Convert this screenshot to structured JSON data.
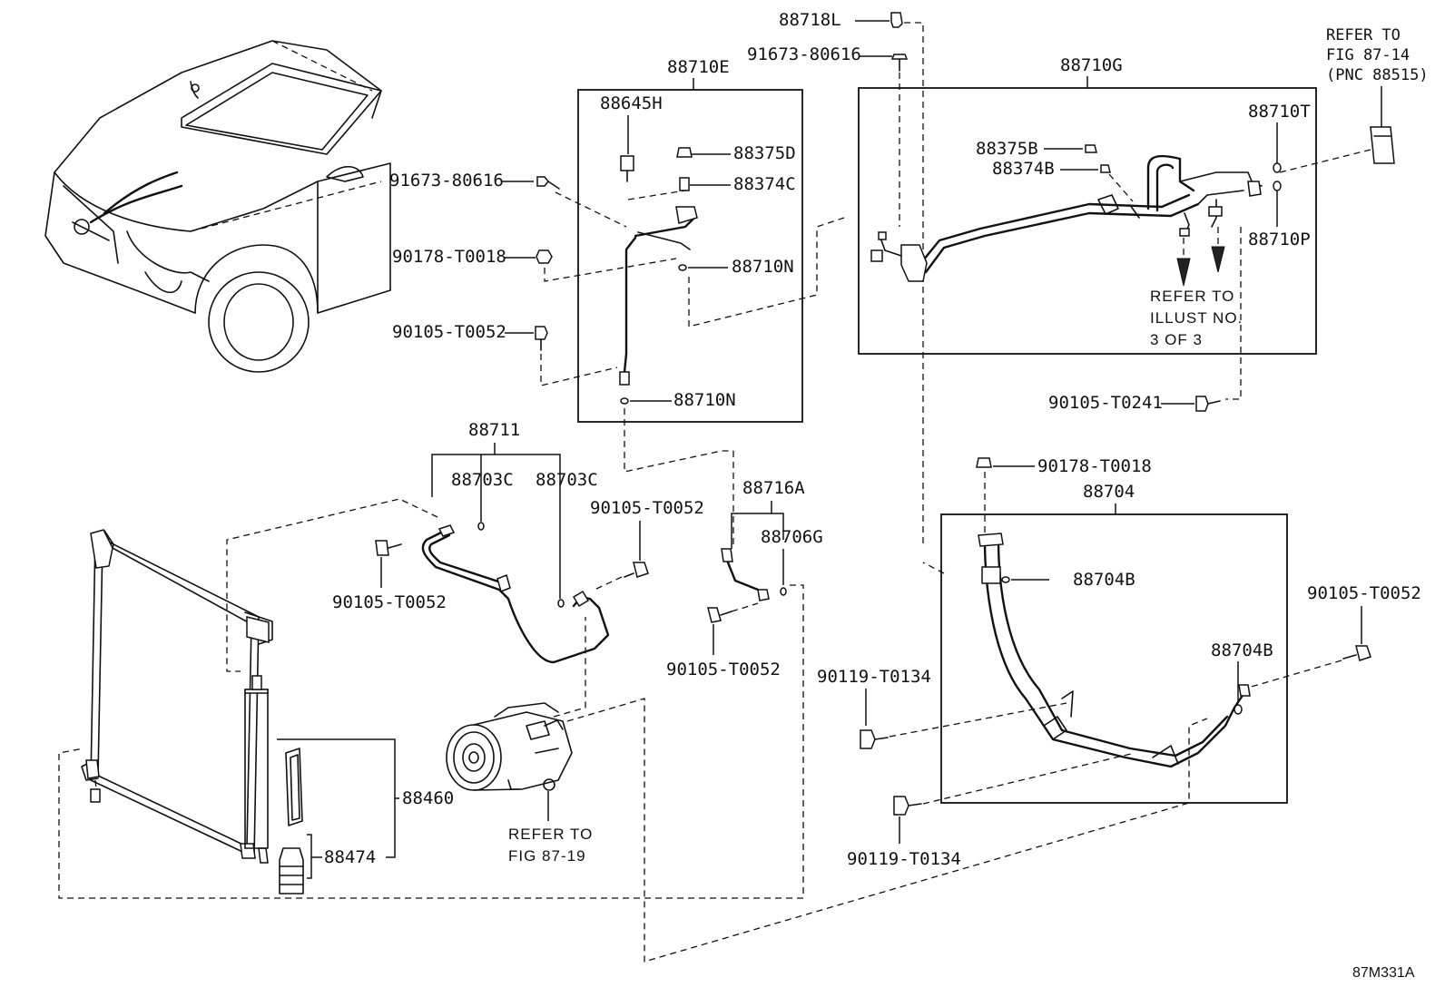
{
  "callouts": {
    "p88718L": "88718L",
    "p91673_top": "91673-80616",
    "p88710G": "88710G",
    "p88710E": "88710E",
    "p88645H": "88645H",
    "p88375D": "88375D",
    "p88374C": "88374C",
    "p91673_left": "91673-80616",
    "p90178_left": "90178-T0018",
    "p88710N_a": "88710N",
    "p90105_left": "90105-T0052",
    "p88710N_b": "88710N",
    "p88375B": "88375B",
    "p88374B": "88374B",
    "p88710T": "88710T",
    "p88710P": "88710P",
    "p90105_T0241": "90105-T0241",
    "p88711": "88711",
    "p88703C_a": "88703C",
    "p88703C_b": "88703C",
    "p90105_mid": "90105-T0052",
    "p90105_cond": "90105-T0052",
    "p88716A": "88716A",
    "p88706G": "88706G",
    "p90105_low": "90105-T0052",
    "p90178_right": "90178-T0018",
    "p88704": "88704",
    "p88704B_a": "88704B",
    "p88704B_b": "88704B",
    "p90105_right": "90105-T0052",
    "p90119_a": "90119-T0134",
    "p90119_b": "90119-T0134",
    "p88460": "88460",
    "p88474": "88474"
  },
  "refer_fig_87_14": [
    "REFER TO",
    "FIG 87-14",
    "(PNC 88515)"
  ],
  "refer_illust": [
    "REFER TO",
    "ILLUST NO.",
    "3 OF 3"
  ],
  "refer_fig_87_19": [
    "REFER TO",
    "FIG 87-19"
  ],
  "figure_code": "87M331A"
}
